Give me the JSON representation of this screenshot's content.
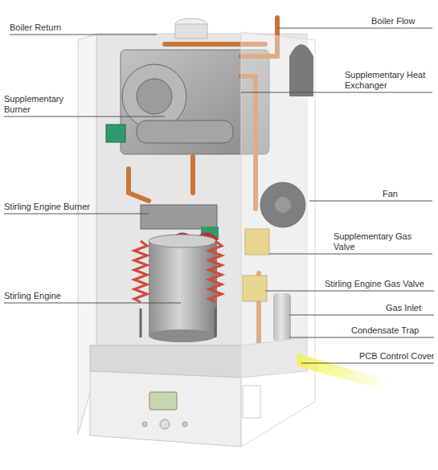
{
  "diagram": {
    "labels": [
      "Boiler Return",
      "Boiler Flow",
      "Supplementary Heat Exchanger",
      "Supplementary Burner",
      "Fan",
      "Stirling Engine Burner",
      "Supplementary Gas Valve",
      "Stirling Engine Gas Valve",
      "Stirling Engine",
      "Gas Inlet",
      "Condensate Trap",
      "PCB Control Cover"
    ]
  }
}
